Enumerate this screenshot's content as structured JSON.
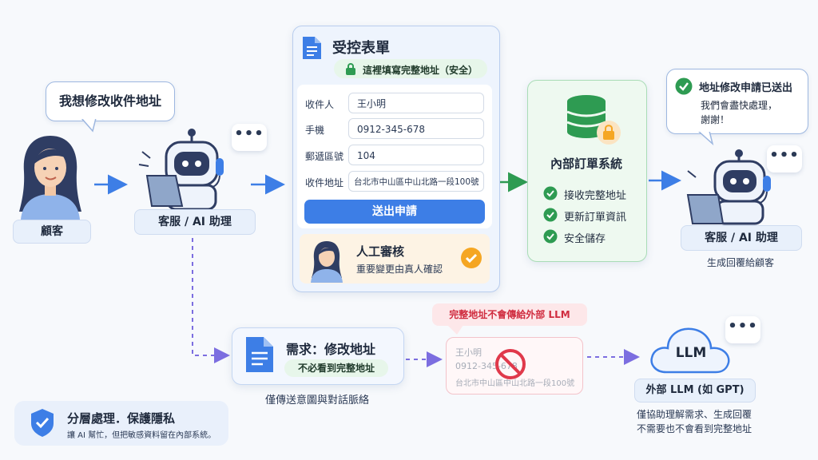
{
  "customer": {
    "speech": "我想修改收件地址",
    "label": "顧客"
  },
  "agent_left": {
    "label": "客服 / AI 助理",
    "dots": "•••"
  },
  "form": {
    "title": "受控表單",
    "secure_note": "這裡填寫完整地址（安全）",
    "fields": [
      {
        "label": "收件人",
        "value": "王小明"
      },
      {
        "label": "手機",
        "value": "0912-345-678"
      },
      {
        "label": "郵遞區號",
        "value": "104"
      },
      {
        "label": "收件地址",
        "value": "台北市中山區中山北路一段100號"
      }
    ],
    "submit_label": "送出申請",
    "review_title": "人工審核",
    "review_desc": "重要變更由真人確認"
  },
  "system": {
    "title": "內部訂單系統",
    "items": [
      "接收完整地址",
      "更新訂單資訊",
      "安全儲存"
    ]
  },
  "agent_right": {
    "speech_title": "地址修改申請已送出",
    "speech_body_1": "我們會盡快處理，",
    "speech_body_2": "謝謝！",
    "label": "客服 / AI 助理",
    "caption": "生成回覆給顧客",
    "dots": "•••"
  },
  "request": {
    "title": "需求：修改地址",
    "chip": "不必看到完整地址",
    "caption": "僅傳送意圖與對話脈絡"
  },
  "blocked": {
    "warning": "完整地址不會傳給外部 LLM",
    "line1": "王小明",
    "line2": "0912-345-678",
    "line3": "台北市中山區中山北路一段100號"
  },
  "llm": {
    "cloud_text": "LLM",
    "label": "外部 LLM (如 GPT)",
    "caption_1": "僅協助理解需求、生成回覆",
    "caption_2": "不需要也不會看到完整地址",
    "dots": "•••"
  },
  "privacy": {
    "title": "分層處理．保護隱私",
    "desc": "讓 AI 幫忙，但把敏感資料留在內部系統。"
  },
  "colors": {
    "blue": "#3d7ee6",
    "green": "#2e9b52",
    "red": "#e0394b",
    "purple_dash": "#7c6ee0"
  }
}
